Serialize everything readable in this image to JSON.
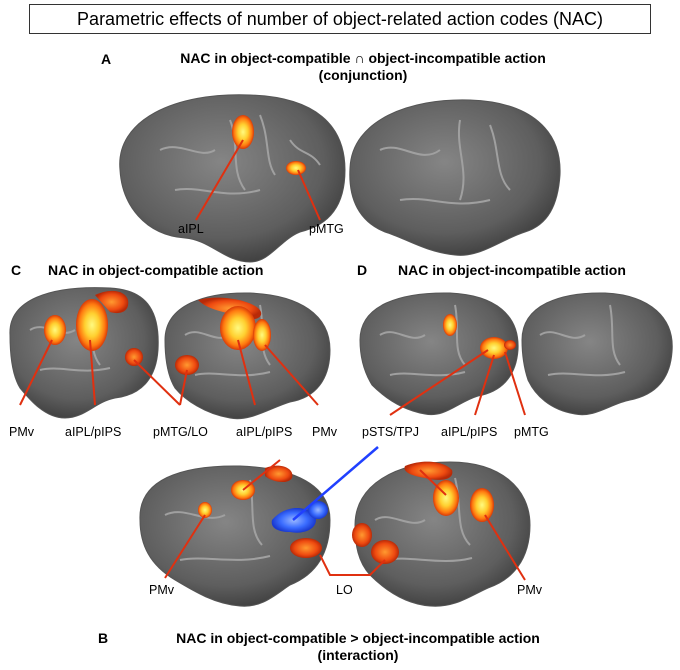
{
  "header": {
    "title": "Parametric effects of number of object-related action codes (NAC)"
  },
  "panels": {
    "A": {
      "letter": "A",
      "title_line1": "NAC in object-compatible ∩ object-incompatible action",
      "title_line2": "(conjunction)"
    },
    "C": {
      "letter": "C",
      "title": "NAC in object-compatible action"
    },
    "D": {
      "letter": "D",
      "title": "NAC in object-incompatible action"
    },
    "B": {
      "letter": "B",
      "title_line1": "NAC in object-compatible > object-incompatible action",
      "title_line2": "(interaction)"
    }
  },
  "labels": {
    "a_aipl": "aIPL",
    "a_pmtg": "pMTG",
    "c_pmv_left": "PMv",
    "c_aipl_pips_left": "aIPL/pIPS",
    "c_pmtg_lo": "pMTG/LO",
    "c_aipl_pips_right": "aIPL/pIPS",
    "c_pmv_right": "PMv",
    "d_psts_tpj": "pSTS/TPJ",
    "d_aipl_pips": "aIPL/pIPS",
    "d_pmtg": "pMTG",
    "b_pmv_left": "PMv",
    "b_lo": "LO",
    "b_pmv_right": "PMv"
  },
  "colors": {
    "brain": "#6a6a6a",
    "sulcus": "#9a9a9a",
    "activation": "#ff5a10",
    "activation_core": "#fff25a",
    "deactivation": "#2a5cff",
    "pointer": "#e03010",
    "pointer_blue": "#2040ff"
  }
}
